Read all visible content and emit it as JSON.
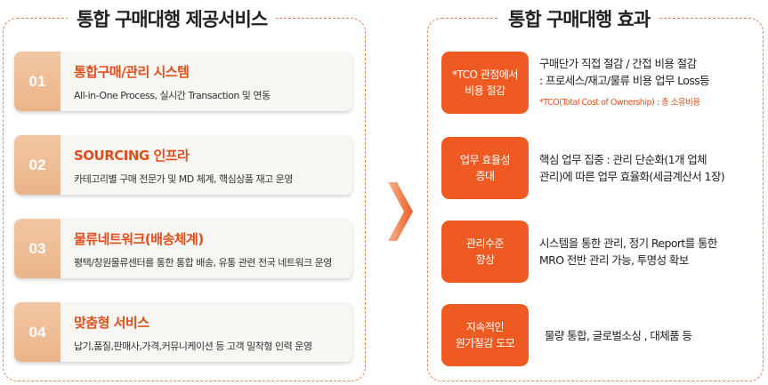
{
  "left_panel": {
    "title": "통합 구매대행 제공서비스",
    "items": [
      {
        "num": "01",
        "title": "통합구매/관리 시스템",
        "desc": "All-in-One Process, 실시간 Transaction 및 연동"
      },
      {
        "num": "02",
        "title": "SOURCING 인프라",
        "desc": "카테고리별 구매 전문가 및 MD 체계, 핵심상품 재고 운영"
      },
      {
        "num": "03",
        "title": "물류네트워크(배송체계)",
        "desc": "평택/창원물류센터를 통한 통합 배송, 유통 관련 전국 네트워크 운영"
      },
      {
        "num": "04",
        "title": "맞춤형 서비스",
        "desc": "납기,품질,판매사,가격,커뮤니케이션 등 고객 밀착형 인력 운영"
      }
    ]
  },
  "right_panel": {
    "title": "통합 구매대행 효과",
    "items": [
      {
        "badge_line1": "*TCO 관점에서",
        "badge_line2": "비용 절감",
        "line1": "구매단가 직접 절감  / 간접 비용 절감",
        "line2": ": 프로세스/재고/물류 비용 업무 Loss등",
        "note": "*TCO(Total Cost of Ownership) : 총 소유비용"
      },
      {
        "badge_line1": "업무 효율성",
        "badge_line2": "증대",
        "line1": "핵심 업무 집중 : 관리 단순화(1개 업체",
        "line2": "관리)에 따른 업무 효율화(세금계산서 1장)"
      },
      {
        "badge_line1": "관리수준",
        "badge_line2": "향상",
        "line1": "시스템을 통한 관리, 정기 Report를 통한",
        "line2": "MRO 전반 관리 가능, 투명성 확보"
      },
      {
        "badge_line1": "지속적인",
        "badge_line2": "원가절감 도모",
        "line1": "물량 통합, 글로벌소싱 , 대체품 등",
        "line2": ""
      }
    ]
  },
  "colors": {
    "accent": "#ef5a23",
    "title_accent": "#e04e1c",
    "number_tab": "#eab48a",
    "dashed_border": "#e8825a"
  }
}
